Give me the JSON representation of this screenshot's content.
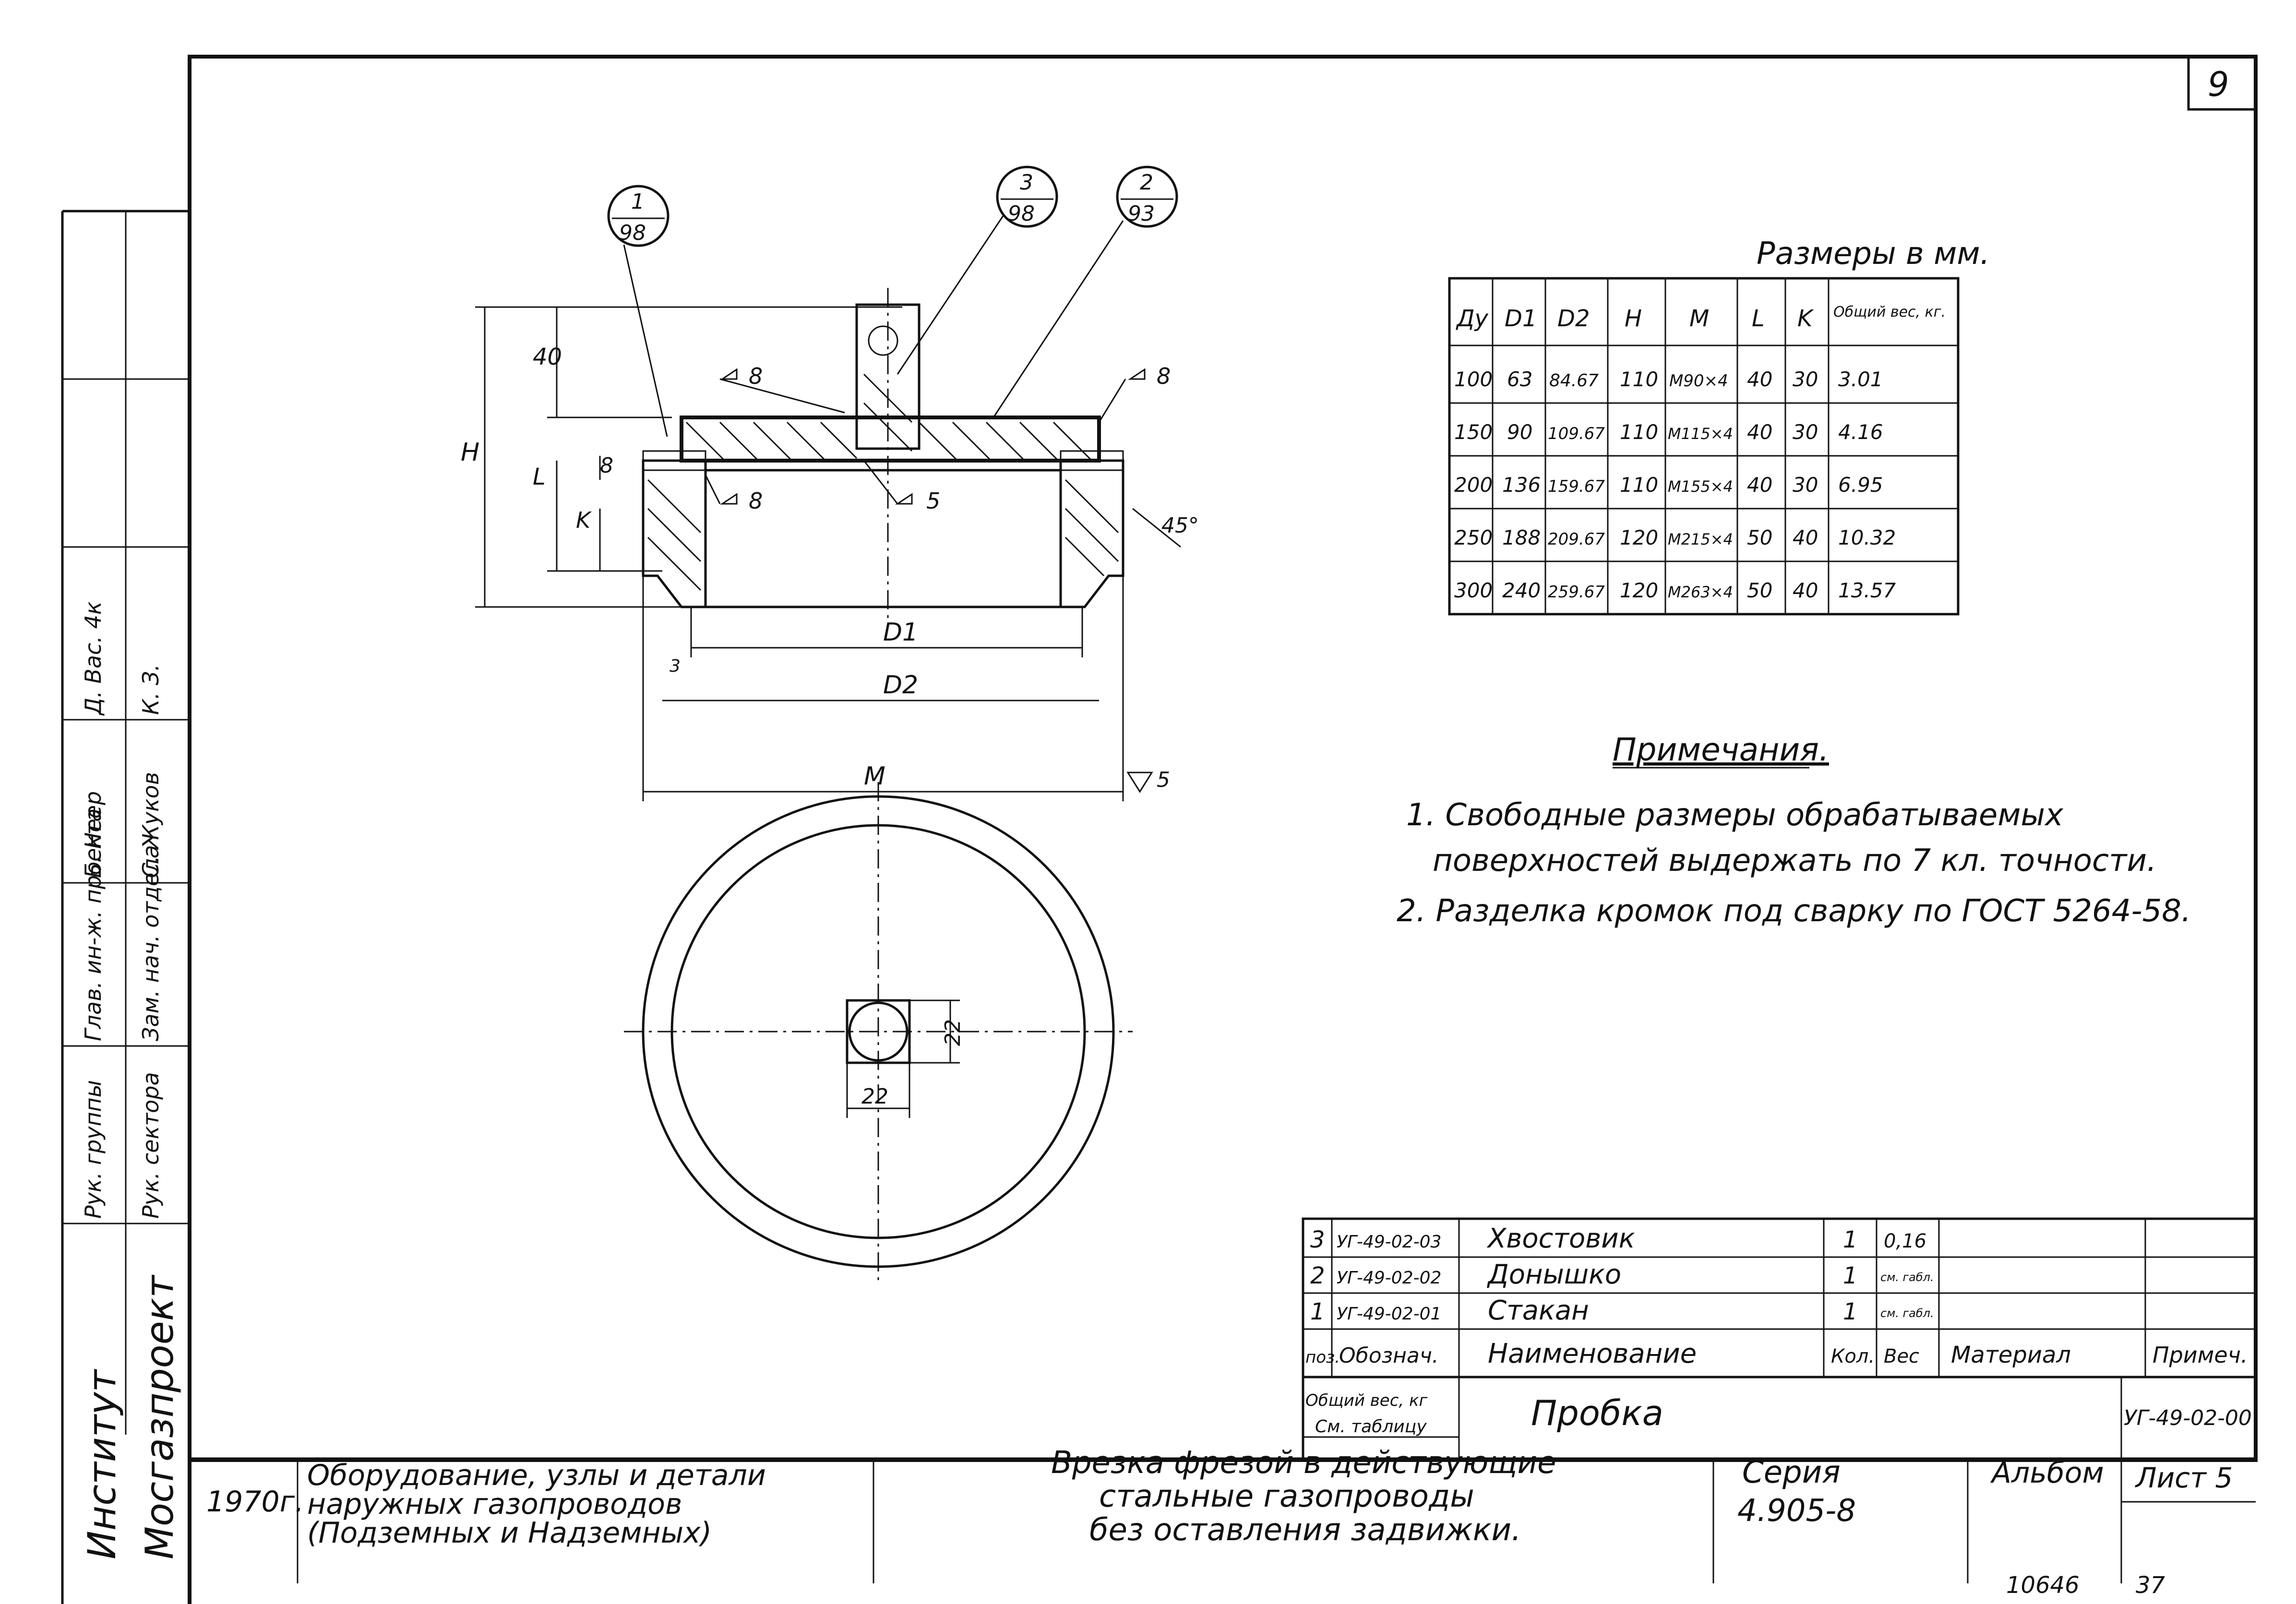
{
  "sheet_number": "9",
  "title_block": {
    "org_line1": "Институт",
    "org_line2": "Мосгазпроект",
    "year": "1970г.",
    "album_title": [
      "Оборудование, узлы и детали",
      "наружных газопроводов",
      "(Подземных и Надземных)"
    ],
    "drawing_title": [
      "Врезка фрезой в действующие",
      "стальные газопроводы",
      "без оставления задвижки."
    ],
    "series_label": "Серия",
    "series_value": "4.905-8",
    "album_label": "Альбом",
    "sheet_label": "Лист 5",
    "inventory_number": "10646",
    "page_number": "37",
    "part_name": "Пробка",
    "part_code": "УГ-49-02-00",
    "total_weight_label": "Общий вес, кг",
    "see_table": "См. таблицу"
  },
  "signatures": {
    "col_roles": [
      "Рук. группы",
      "Рук. сектора",
      "Глав. ин-ж. проекта",
      "Зам. нач. отдела"
    ],
    "col_names": [
      "Б. Неер",
      "С. Жуков",
      "Д. Вас. 4к",
      "К. З."
    ]
  },
  "callouts": [
    {
      "num": "1",
      "sheet": "98"
    },
    {
      "num": "3",
      "sheet": "98"
    },
    {
      "num": "2",
      "sheet": "93"
    }
  ],
  "drawing_labels": {
    "H": "H",
    "L": "L",
    "K": "K",
    "dim_40": "40",
    "dim_8": "8",
    "D1": "D1",
    "D2": "D2",
    "M": "M",
    "weld_left": "8",
    "weld_right": "8",
    "weld_inner_left": "8",
    "weld_inner_mid": "5",
    "angle": "45°",
    "rough_right": "5",
    "rough_left": "3",
    "sq_w": "22",
    "sq_h": "22"
  },
  "size_table": {
    "caption": "Размеры в мм.",
    "headers": [
      "Ду",
      "D1",
      "D2",
      "H",
      "M",
      "L",
      "K",
      "Общий вес, кг."
    ],
    "rows": [
      [
        "100",
        "63",
        "84.67",
        "110",
        "M90×4",
        "40",
        "30",
        "3.01"
      ],
      [
        "150",
        "90",
        "109.67",
        "110",
        "M115×4",
        "40",
        "30",
        "4.16"
      ],
      [
        "200",
        "136",
        "159.67",
        "110",
        "M155×4",
        "40",
        "30",
        "6.95"
      ],
      [
        "250",
        "188",
        "209.67",
        "120",
        "M215×4",
        "50",
        "40",
        "10.32"
      ],
      [
        "300",
        "240",
        "259.67",
        "120",
        "M263×4",
        "50",
        "40",
        "13.57"
      ]
    ]
  },
  "notes": {
    "title": "Примечания.",
    "lines": [
      "1. Свободные размеры обрабатываемых",
      "поверхностей выдержать по 7 кл. точности.",
      "2. Разделка кромок под сварку по ГОСТ 5264-58."
    ]
  },
  "bom": {
    "headers": [
      "поз.",
      "Обознач.",
      "Наименование",
      "Кол.",
      "Вес",
      "Материал",
      "Примеч."
    ],
    "rows": [
      [
        "3",
        "УГ-49-02-03",
        "Хвостовик",
        "1",
        "0,16",
        "",
        ""
      ],
      [
        "2",
        "УГ-49-02-02",
        "Донышко",
        "1",
        "см. габл.",
        "",
        ""
      ],
      [
        "1",
        "УГ-49-02-01",
        "Стакан",
        "1",
        "см. габл.",
        "",
        ""
      ]
    ]
  }
}
